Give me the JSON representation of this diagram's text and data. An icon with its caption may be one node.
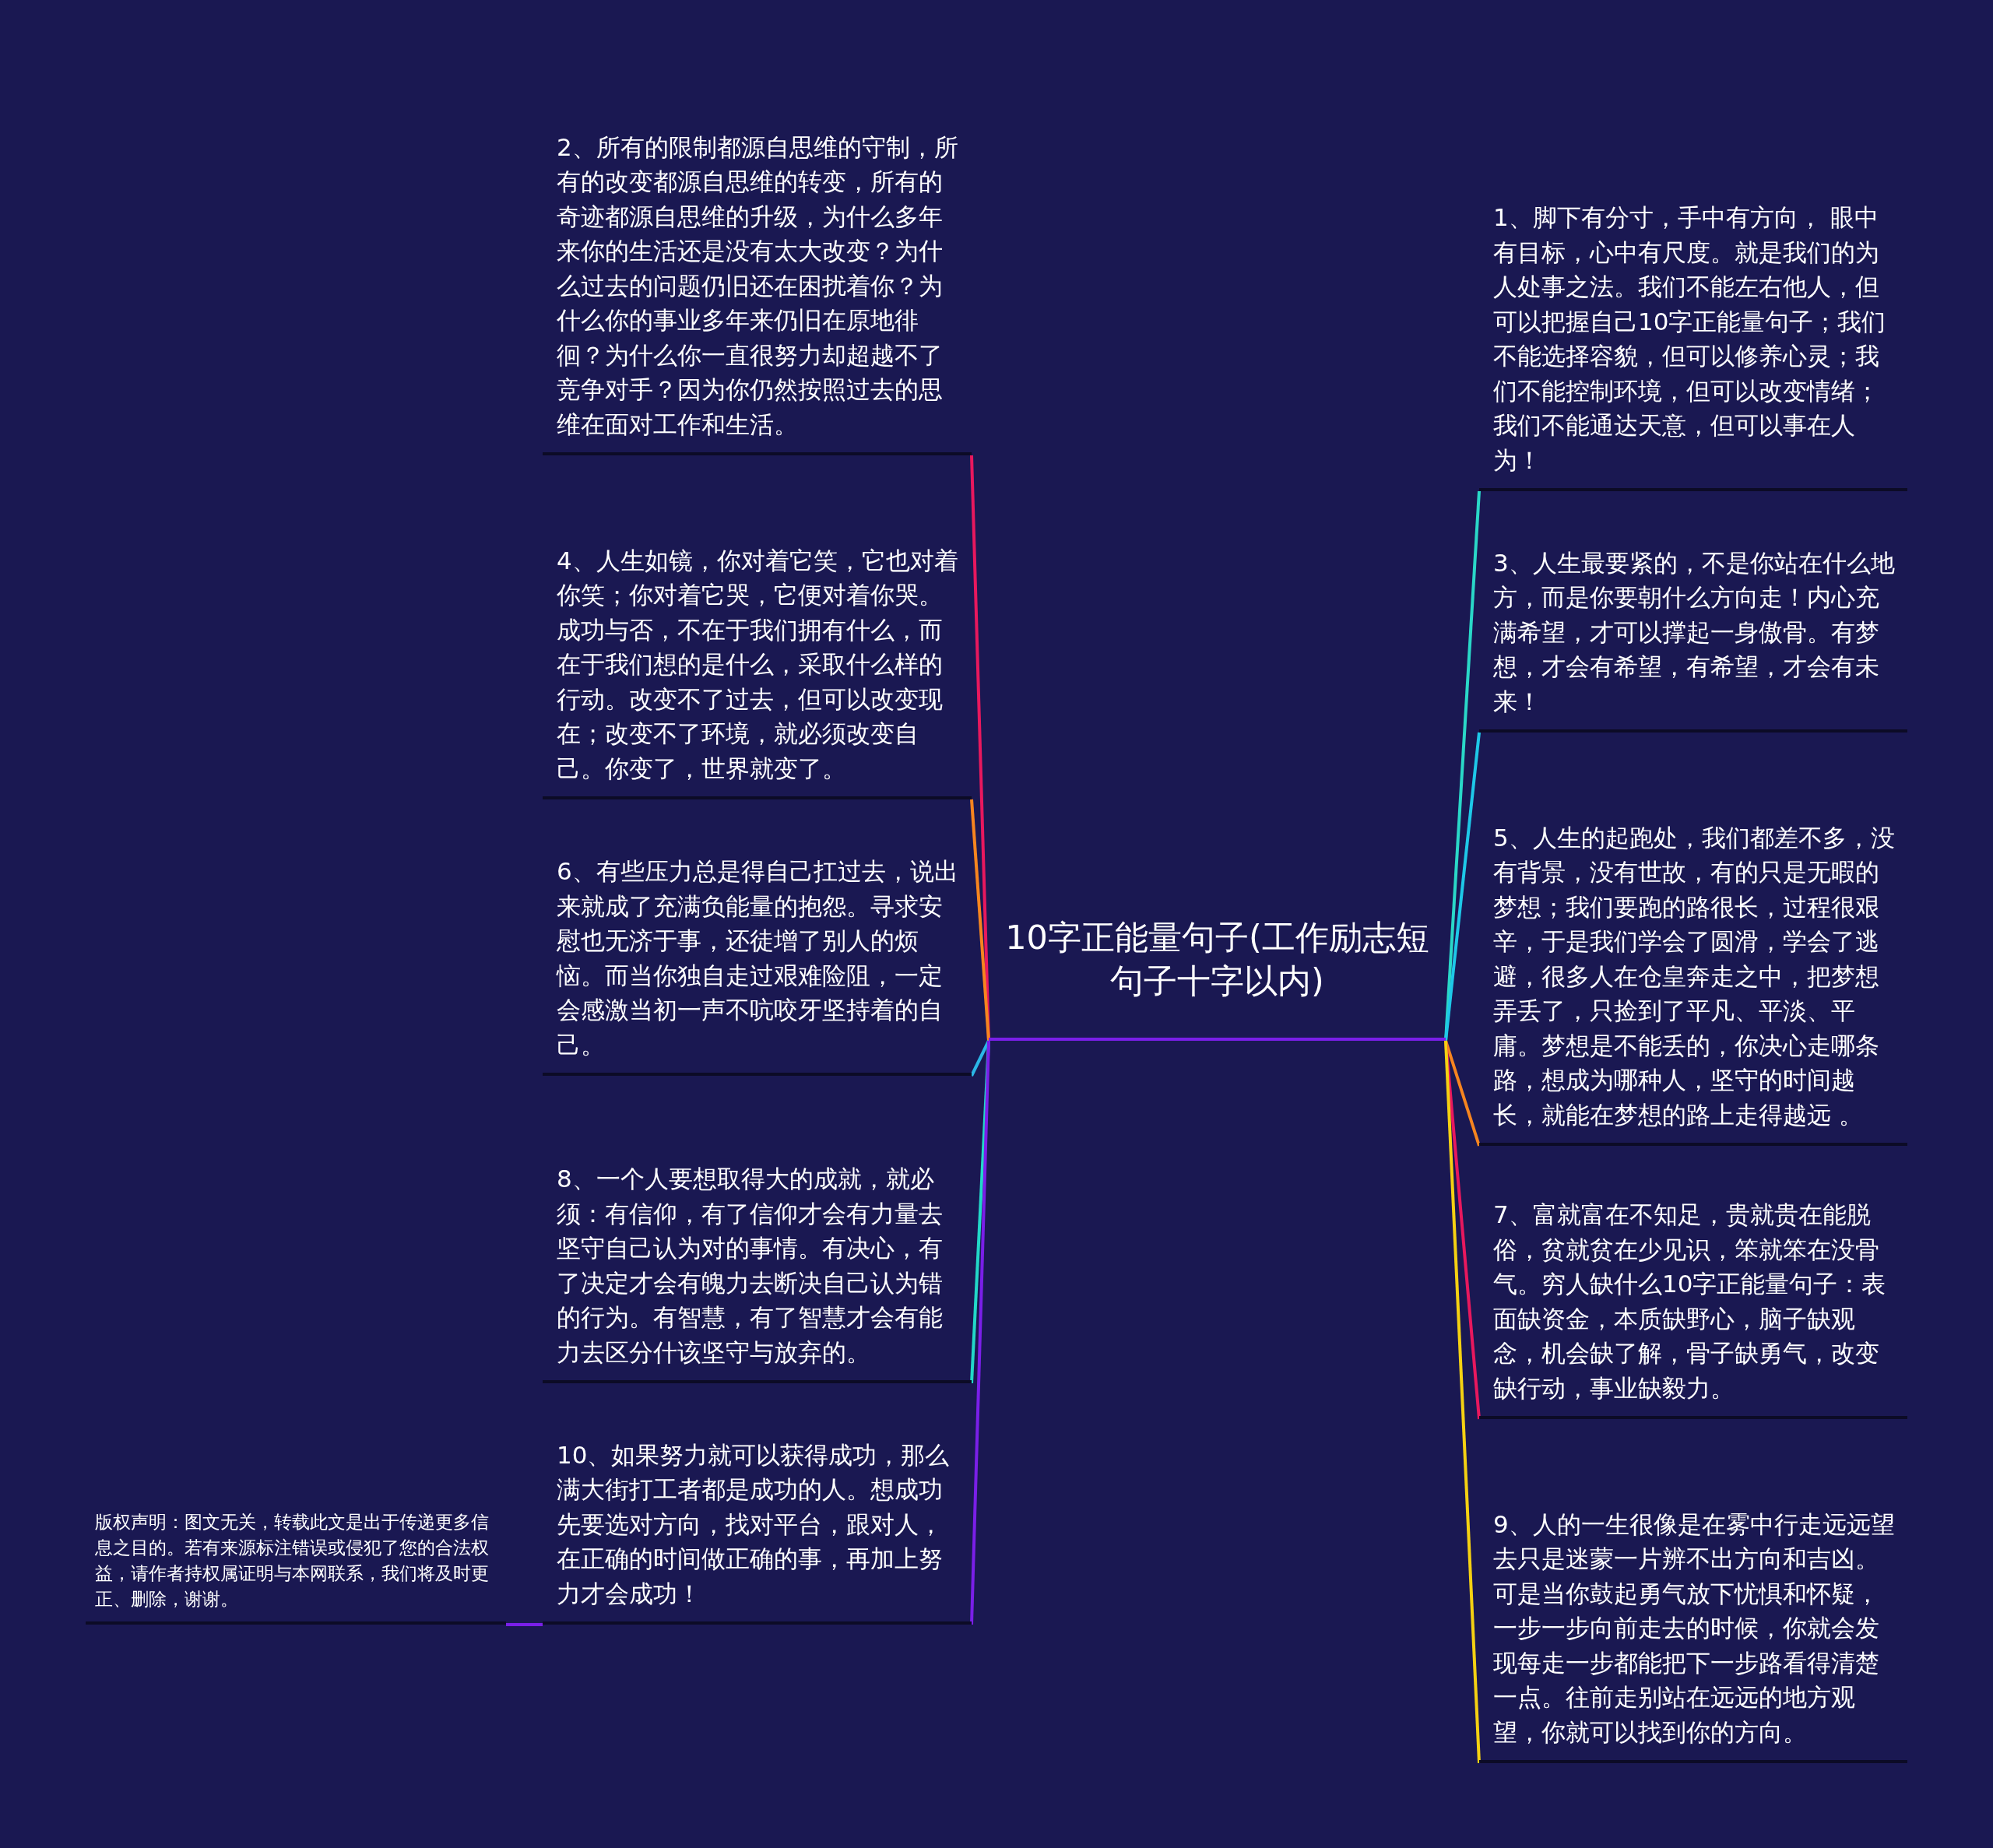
{
  "diagram": {
    "nodes": [
      {
        "text": [
          "10字正能量句子(工作励志短句子十字以内)"
        ]
      },
      {
        "text": [
          "2、所有的限制都源自思维的守制，所有的改变都源自思维的转变，所有的奇迹都源自思维的升级，为什么多年来你的生活还是没有太大改变？为什么过去的问题仍旧还在困扰着你？为什么你的事业多年来仍旧在原地徘徊？为什么你一直很努力却超越不了竞争对手？因为你仍然按照过去的思维在面对工作和生活。"
        ]
      },
      {
        "text": [
          "4、人生如镜，你对着它笑，它也对着你笑；你对着它哭，它便对着你哭。成功与否，不在于我们拥有什么，而在于我们想的是什么，采取什么样的行动。改变不了过去，但可以改变现在；改变不了环境，就必须改变自己。你变了，世界就变了。"
        ]
      },
      {
        "text": [
          "6、有些压力总是得自己扛过去，说出来就成了充满负能量的抱怨。寻求安慰也无济于事，还徒增了别人的烦恼。而当你独自走过艰难险阻，一定会感激当初一声不吭咬牙坚持着的自己。"
        ]
      },
      {
        "text": [
          "8、一个人要想取得大的成就，就必须：有信仰，有了信仰才会有力量去坚守自己认为对的事情。有决心，有了决定才会有魄力去断决自己认为错的行为。有智慧，有了智慧才会有能力去区分什该坚守与放弃的。"
        ]
      },
      {
        "text": [
          "10、如果努力就可以获得成功，那么满大街打工者都是成功的人。想成功先要选对方向，找对平台，跟对人，在正确的时间做正确的事，再加上努力才会成功！"
        ]
      },
      {
        "text": [
          "1、脚下有分寸，手中有方向， 眼中有目标，心中有尺度。就是我们的为人处事之法。我们不能左右他人，但可以把握自己10字正能量句子；我们不能选择容貌，但可以修养心灵；我们不能控制环境，但可以改变情绪；我们不能通达天意，但可以事在人为！"
        ]
      },
      {
        "text": [
          "3、人生最要紧的，不是你站在什么地方，而是你要朝什么方向走！内心充满希望，才可以撑起一身傲骨。有梦想，才会有希望，有希望，才会有未来！"
        ]
      },
      {
        "text": [
          "5、人生的起跑处，我们都差不多，没有背景，没有世故，有的只是无暇的梦想；我们要跑的路很长，过程很艰辛，于是我们学会了圆滑，学会了逃避，很多人在仓皇奔走之中，把梦想弄丢了，只捡到了平凡、平淡、平庸。梦想是不能丢的，你决心走哪条路，想成为哪种人，坚守的时间越长，就能在梦想的路上走得越远 。"
        ]
      },
      {
        "text": [
          "7、富就富在不知足，贵就贵在能脱俗，贫就贫在少见识，笨就笨在没骨气。穷人缺什么10字正能量句子：表面缺资金，本质缺野心，脑子缺观念，机会缺了解，骨子缺勇气，改变缺行动，事业缺毅力。"
        ]
      },
      {
        "text": [
          "9、人的一生很像是在雾中行走远远望去只是迷蒙一片辨不出方向和吉凶。可是当你鼓起勇气放下忧惧和怀疑，一步一步向前走去的时候，你就会发现每走一步都能把下一步路看得清楚一点。往前走别站在远远的地方观望，你就可以找到你的方向。"
        ]
      },
      {
        "text": [
          "版权声明：图文无关，转载此文是出于传递更多信息之目的。若有来源标注错误或侵犯了您的合法权益，请作者持权属证明与本网联系，我们将及时更正、删除，谢谢。"
        ]
      }
    ],
    "edges": [
      {
        "from": 0,
        "to": 1,
        "arrow": "none",
        "color": "#e8185e"
      },
      {
        "from": 0,
        "to": 2,
        "arrow": "none",
        "color": "#f7851f"
      },
      {
        "from": 0,
        "to": 3,
        "arrow": "none",
        "color": "#2bb6e6"
      },
      {
        "from": 0,
        "to": 4,
        "arrow": "none",
        "color": "#22d8c8"
      },
      {
        "from": 0,
        "to": 5,
        "arrow": "none",
        "color": "#7a1fe8"
      },
      {
        "from": 0,
        "to": 6,
        "arrow": "none",
        "color": "#2ad8c8"
      },
      {
        "from": 0,
        "to": 7,
        "arrow": "none",
        "color": "#1ec8e8"
      },
      {
        "from": 0,
        "to": 8,
        "arrow": "none",
        "color": "#f7851f"
      },
      {
        "from": 0,
        "to": 9,
        "arrow": "none",
        "color": "#e8185e"
      },
      {
        "from": 0,
        "to": 10,
        "arrow": "none",
        "color": "#f5d112"
      },
      {
        "from": 5,
        "to": 11,
        "arrow": "none",
        "color": "#7a1fe8"
      }
    ]
  }
}
